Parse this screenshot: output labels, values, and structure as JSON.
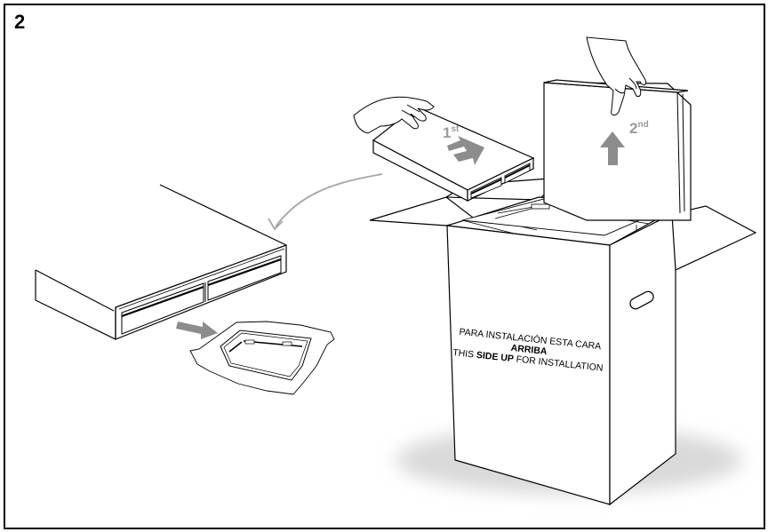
{
  "figure": {
    "step_number": "2",
    "first_label": {
      "main": "1",
      "sup": "st"
    },
    "second_label": {
      "main": "2",
      "sup": "nd"
    },
    "box_text": {
      "line1": "PARA INSTALACIÓN ESTA CARA",
      "line2": "ARRIBA",
      "line3_a": "THIS ",
      "line3_b": "SIDE UP",
      "line3_c": " FOR INSTALLATION"
    }
  }
}
